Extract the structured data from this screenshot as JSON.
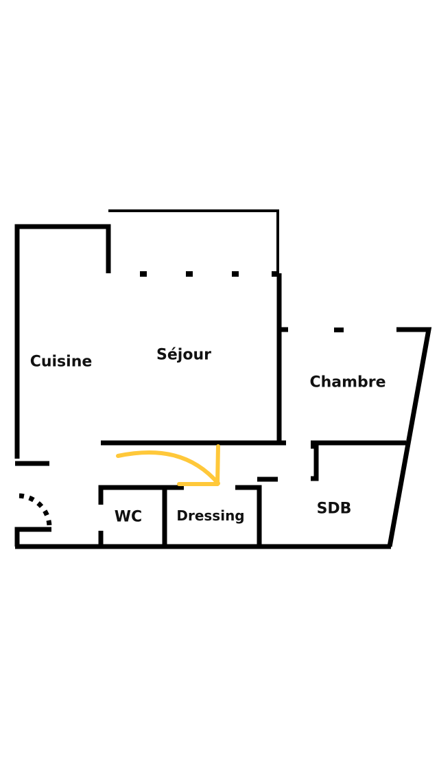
{
  "rooms": {
    "cuisine": "Cuisine",
    "sejour": "Séjour",
    "chambre": "Chambre",
    "wc": "WC",
    "dressing": "Dressing",
    "sdb": "SDB"
  },
  "colors": {
    "wall": "#000000",
    "arrow": "#FFC83A"
  }
}
